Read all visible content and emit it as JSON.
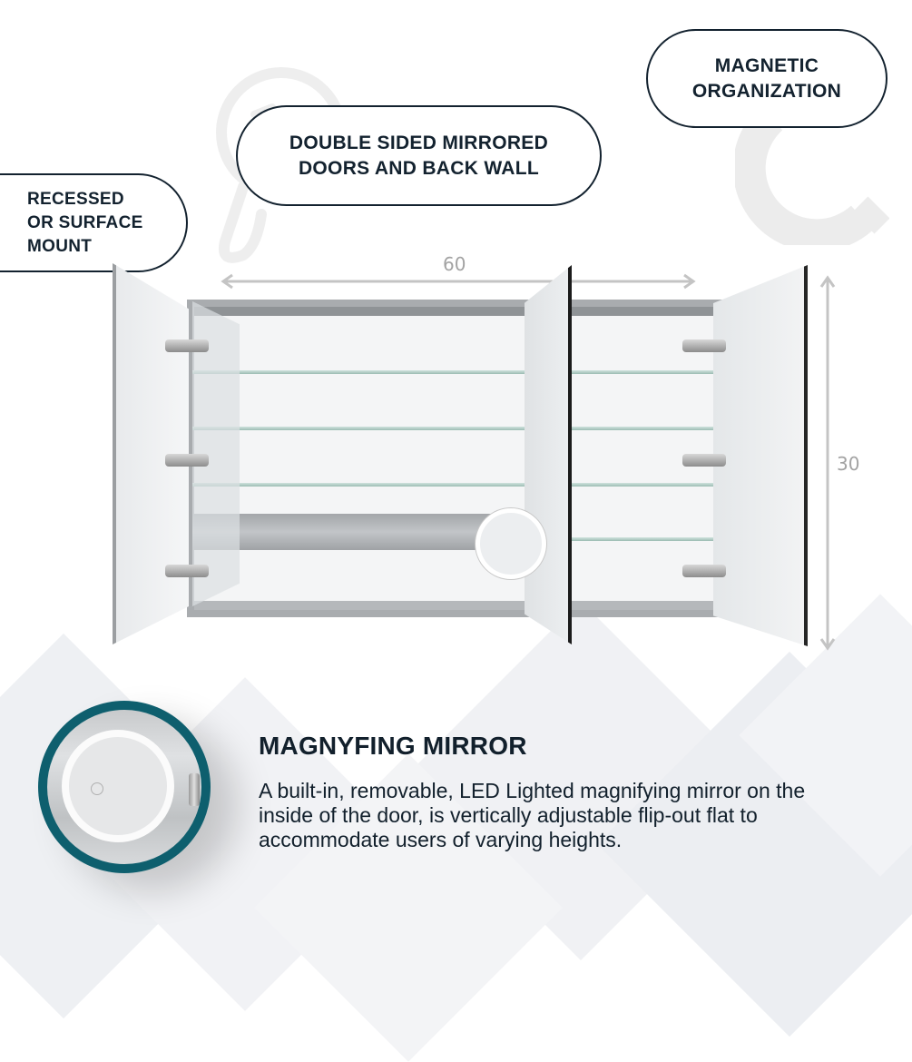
{
  "callouts": {
    "recessed": {
      "line1": "RECESSED",
      "line2": "OR SURFACE",
      "line3": "MOUNT"
    },
    "double_sided": {
      "line1": "DOUBLE SIDED MIRRORED",
      "line2": "DOORS AND BACK WALL"
    },
    "magnetic": {
      "line1": "MAGNETIC",
      "line2": "ORGANIZATION"
    }
  },
  "icons": {
    "hand_mirror": "hand-mirror-watermark",
    "magnet": "magnet-watermark"
  },
  "dimensions": {
    "width": "60",
    "height": "30"
  },
  "feature": {
    "title": "MAGNYFING MIRROR",
    "description": "A built-in, removable, LED Lighted magnifying mirror on the inside of the door, is vertically adjustable flip-out flat to accommodate users of varying heights."
  },
  "colors": {
    "text": "#12202c",
    "accent_ring": "#0e5f6e",
    "dimension": "#b8b8b8",
    "frame": "#9a9da0"
  }
}
